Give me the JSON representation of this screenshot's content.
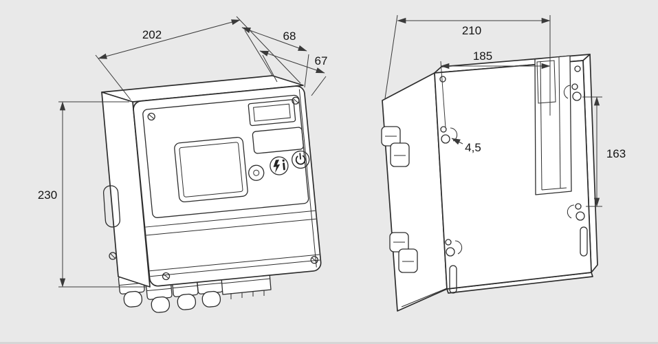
{
  "colors": {
    "background": "#e9e9e9",
    "line": "#2d2d2d",
    "dimension": "#3a3a3a",
    "fill": "#ffffff"
  },
  "drawing": {
    "front_view": {
      "dimensions": {
        "width": "202",
        "depth_total": "68",
        "depth_housing": "67",
        "height": "230"
      },
      "panel": {
        "buttons": [
          {
            "icon": "reset-dot-icon"
          },
          {
            "icon": "flash-info-icon"
          },
          {
            "icon": "power-icon"
          }
        ]
      }
    },
    "rear_view": {
      "dimensions": {
        "width": "210",
        "hole_spacing_horizontal": "185",
        "hole_diameter": "4,5",
        "hole_spacing_vertical": "163"
      }
    }
  }
}
